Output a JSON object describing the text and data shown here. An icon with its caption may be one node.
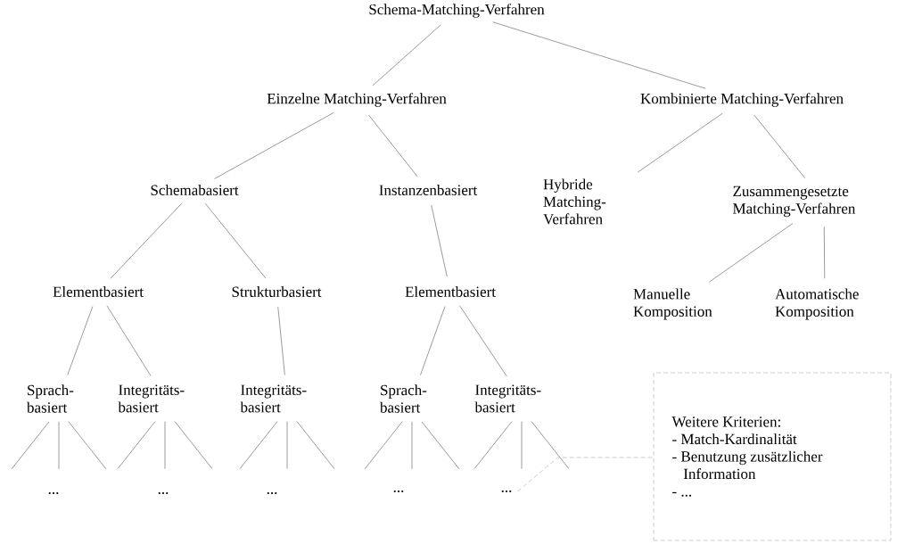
{
  "diagram": {
    "nodes": [
      {
        "text": [
          "Schema-Matching-Verfahren"
        ]
      },
      {
        "text": [
          "Einzelne Matching-Verfahren"
        ]
      },
      {
        "text": [
          "Kombinierte Matching-Verfahren"
        ]
      },
      {
        "text": [
          "Schemabasiert"
        ]
      },
      {
        "text": [
          "Instanzenbasiert"
        ]
      },
      {
        "text": [
          "Hybride Matching- Verfahren"
        ]
      },
      {
        "text": [
          "Zusammengesetzte Matching-Verfahren"
        ]
      },
      {
        "text": [
          "Elementbasiert"
        ]
      },
      {
        "text": [
          "Strukturbasiert"
        ]
      },
      {
        "text": [
          "Elementbasiert"
        ]
      },
      {
        "text": [
          "Manuelle Komposition"
        ]
      },
      {
        "text": [
          "Automatische Komposition"
        ]
      },
      {
        "text": [
          "Sprach- basiert"
        ]
      },
      {
        "text": [
          "Integritäts- basiert"
        ]
      },
      {
        "text": [
          "Integritäts- basiert"
        ]
      },
      {
        "text": [
          "Sprach- basiert"
        ]
      },
      {
        "text": [
          "Integritäts- basiert"
        ]
      },
      {
        "text": [
          "..."
        ]
      },
      {
        "text": [
          "..."
        ]
      },
      {
        "text": [
          "..."
        ]
      },
      {
        "text": [
          "..."
        ]
      },
      {
        "text": [
          "..."
        ]
      },
      {
        "text": [
          "Weitere Kriterien:",
          "- Match-Kardinalität",
          "- Benutzung zusätzlicher Information",
          "- ..."
        ]
      }
    ],
    "edges": [
      {
        "from": 0,
        "to": 1,
        "arrow": "none"
      },
      {
        "from": 0,
        "to": 2,
        "arrow": "none"
      },
      {
        "from": 1,
        "to": 3,
        "arrow": "none"
      },
      {
        "from": 1,
        "to": 4,
        "arrow": "none"
      },
      {
        "from": 2,
        "to": 5,
        "arrow": "none"
      },
      {
        "from": 2,
        "to": 6,
        "arrow": "none"
      },
      {
        "from": 3,
        "to": 7,
        "arrow": "none"
      },
      {
        "from": 3,
        "to": 8,
        "arrow": "none"
      },
      {
        "from": 4,
        "to": 9,
        "arrow": "none"
      },
      {
        "from": 6,
        "to": 10,
        "arrow": "none"
      },
      {
        "from": 6,
        "to": 11,
        "arrow": "none"
      },
      {
        "from": 7,
        "to": 12,
        "arrow": "none"
      },
      {
        "from": 7,
        "to": 13,
        "arrow": "none"
      },
      {
        "from": 8,
        "to": 14,
        "arrow": "none"
      },
      {
        "from": 9,
        "to": 15,
        "arrow": "none"
      },
      {
        "from": 9,
        "to": 16,
        "arrow": "none"
      },
      {
        "from": 12,
        "to": null,
        "arrow": "none"
      },
      {
        "from": 12,
        "to": null,
        "arrow": "none"
      },
      {
        "from": 12,
        "to": null,
        "arrow": "none"
      },
      {
        "from": 13,
        "to": null,
        "arrow": "none"
      },
      {
        "from": 13,
        "to": null,
        "arrow": "none"
      },
      {
        "from": 13,
        "to": null,
        "arrow": "none"
      },
      {
        "from": 14,
        "to": null,
        "arrow": "none"
      },
      {
        "from": 14,
        "to": null,
        "arrow": "none"
      },
      {
        "from": 14,
        "to": null,
        "arrow": "none"
      },
      {
        "from": 15,
        "to": null,
        "arrow": "none"
      },
      {
        "from": 15,
        "to": null,
        "arrow": "none"
      },
      {
        "from": 15,
        "to": null,
        "arrow": "none"
      },
      {
        "from": 16,
        "to": null,
        "arrow": "none"
      },
      {
        "from": 16,
        "to": null,
        "arrow": "none"
      },
      {
        "from": 16,
        "to": null,
        "arrow": "none"
      },
      {
        "from": 21,
        "to": 22,
        "arrow": "none",
        "style": "dashed",
        "color": "#808080"
      }
    ]
  }
}
